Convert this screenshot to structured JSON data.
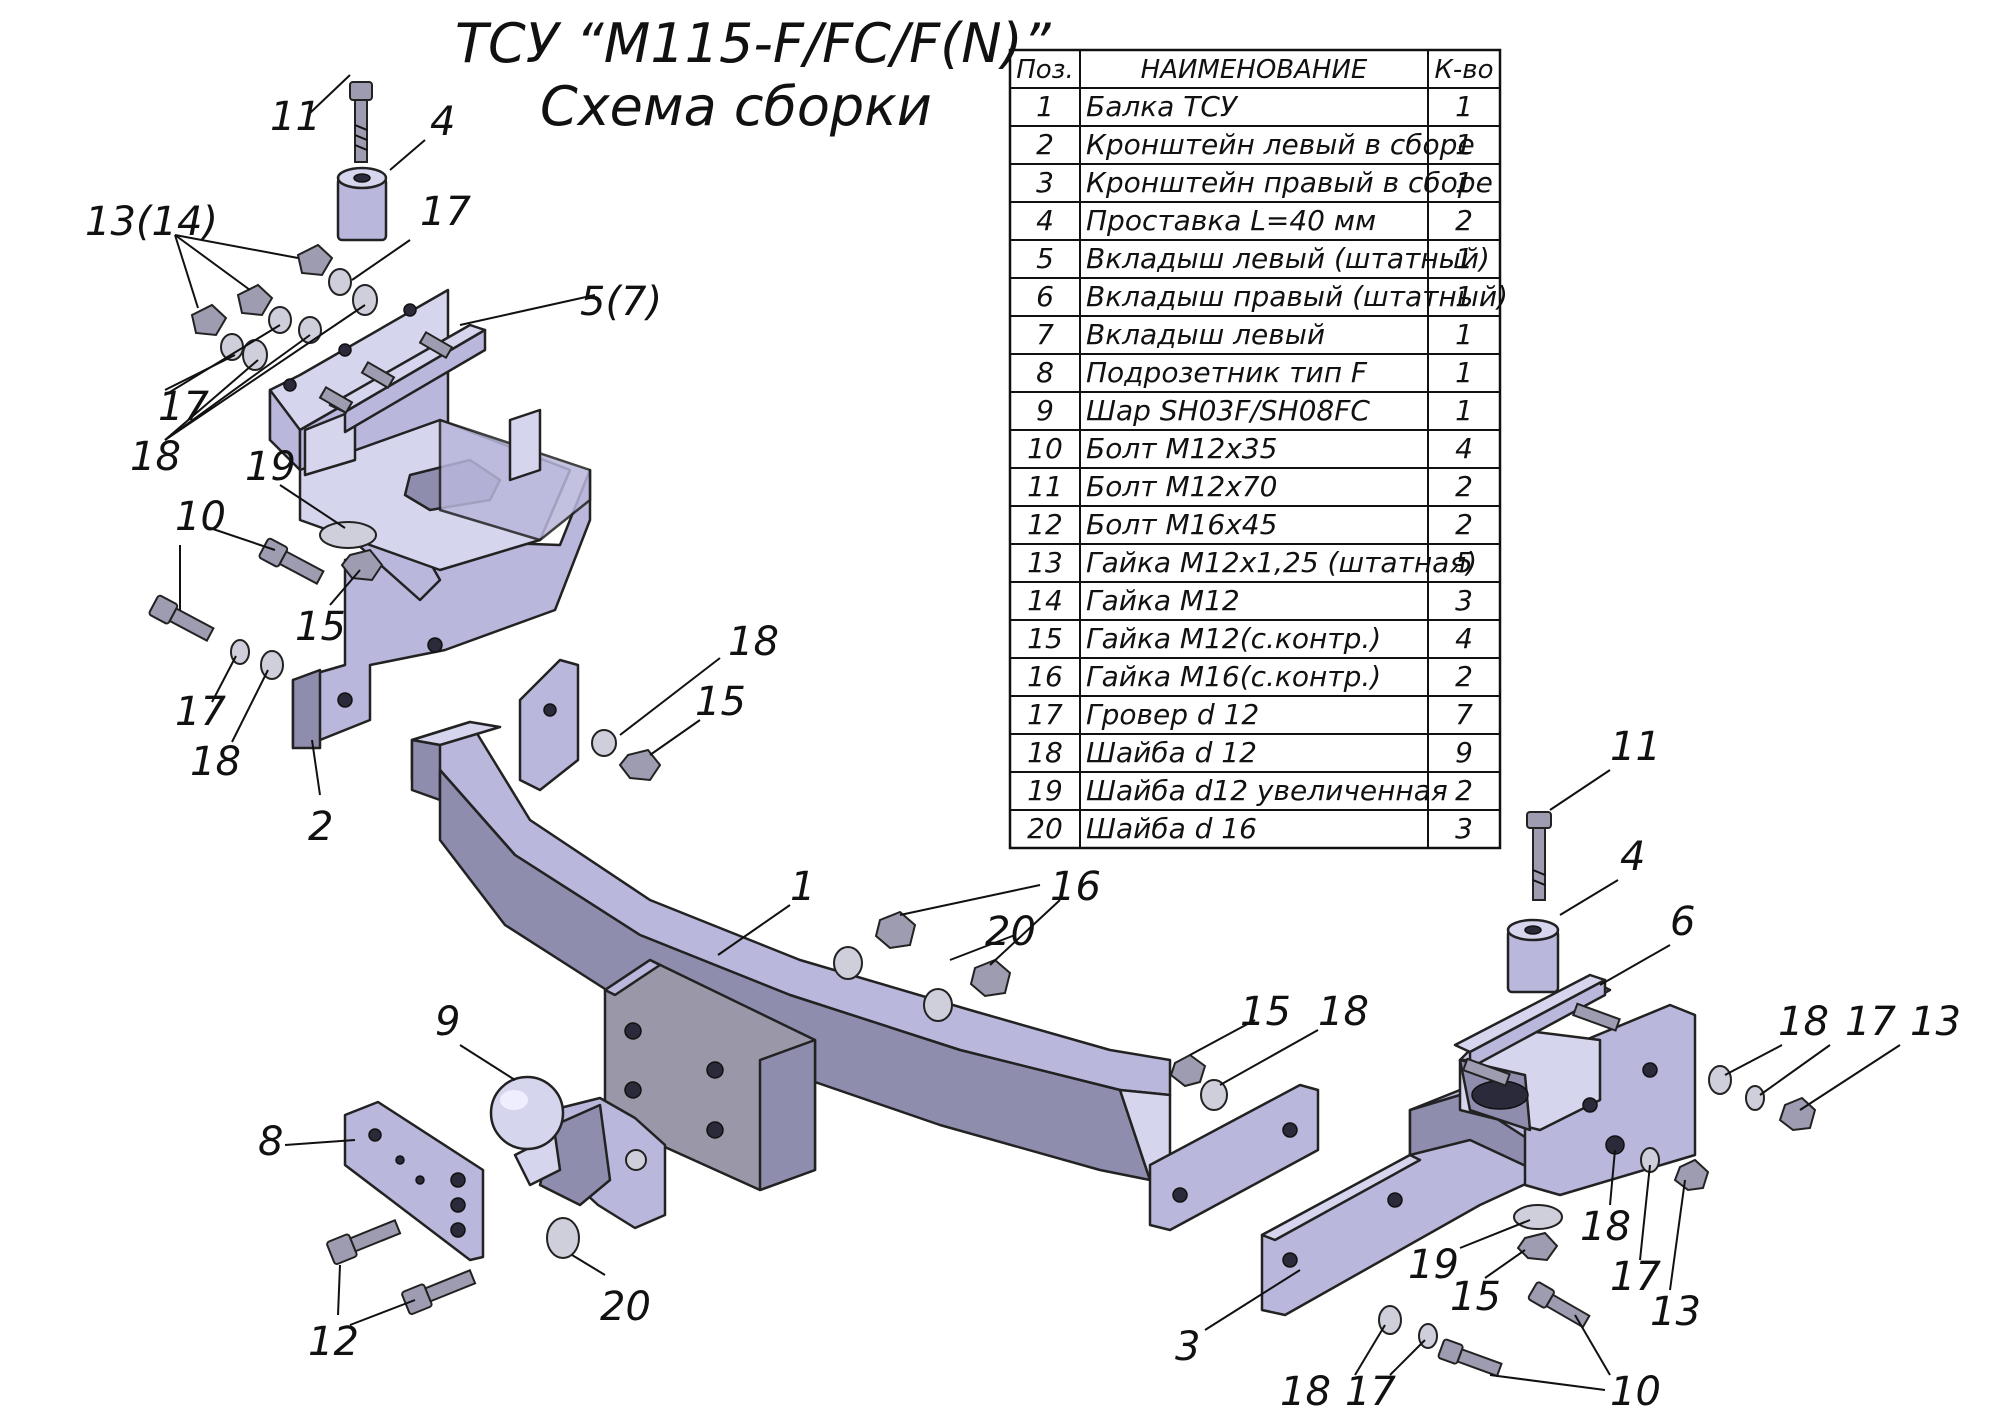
{
  "title": {
    "line1": "ТСУ “M115-F/FC/F(N)”",
    "line2": "Схема сборки"
  },
  "table": {
    "headers": [
      "Поз.",
      "НАИМЕНОВАНИЕ",
      "К-во"
    ],
    "rows": [
      {
        "pos": "1",
        "name": "Балка ТСУ",
        "qty": "1"
      },
      {
        "pos": "2",
        "name": "Кронштейн левый в сборе",
        "qty": "1"
      },
      {
        "pos": "3",
        "name": "Кронштейн правый в сборе",
        "qty": "1"
      },
      {
        "pos": "4",
        "name": "Проставка L=40 мм",
        "qty": "2"
      },
      {
        "pos": "5",
        "name": "Вкладыш левый (штатный)",
        "qty": "1"
      },
      {
        "pos": "6",
        "name": "Вкладыш правый (штатный)",
        "qty": "1"
      },
      {
        "pos": "7",
        "name": "Вкладыш левый",
        "qty": "1"
      },
      {
        "pos": "8",
        "name": "Подрозетник тип F",
        "qty": "1"
      },
      {
        "pos": "9",
        "name": "Шар SH03F/SH08FC",
        "qty": "1"
      },
      {
        "pos": "10",
        "name": "Болт М12х35",
        "qty": "4"
      },
      {
        "pos": "11",
        "name": "Болт М12х70",
        "qty": "2"
      },
      {
        "pos": "12",
        "name": "Болт М16х45",
        "qty": "2"
      },
      {
        "pos": "13",
        "name": "Гайка М12х1,25 (штатная)",
        "qty": "5"
      },
      {
        "pos": "14",
        "name": "Гайка М12",
        "qty": "3"
      },
      {
        "pos": "15",
        "name": "Гайка М12(с.контр.)",
        "qty": "4"
      },
      {
        "pos": "16",
        "name": "Гайка  М16(с.контр.)",
        "qty": "2"
      },
      {
        "pos": "17",
        "name": "Гровер d 12",
        "qty": "7"
      },
      {
        "pos": "18",
        "name": "Шайба d 12",
        "qty": "9"
      },
      {
        "pos": "19",
        "name": "Шайба d12 увеличенная",
        "qty": "2"
      },
      {
        "pos": "20",
        "name": "Шайба d 16",
        "qty": "3"
      }
    ]
  },
  "callouts": {
    "c11a": "11",
    "c4a": "4",
    "c13_14": "13(14)",
    "c17a": "17",
    "c5_7": "5(7)",
    "c17b": "17",
    "c18a": "18",
    "c19a": "19",
    "c10a": "10",
    "c15a": "15",
    "c17c": "17",
    "c18b": "18",
    "c2": "2",
    "c18c": "18",
    "c15b": "15",
    "c1": "1",
    "c16": "16",
    "c20a": "20",
    "c9": "9",
    "c8": "8",
    "c12": "12",
    "c20b": "20",
    "c15c": "15",
    "c18d": "18",
    "c11b": "11",
    "c4b": "4",
    "c6": "6",
    "c18e": "18",
    "c17d": "17",
    "c13": "13",
    "c18f": "18",
    "c19b": "19",
    "c15d": "15",
    "c17e": "17",
    "c13b": "13",
    "c3": "3",
    "c18g": "18",
    "c17f": "17",
    "c10b": "10"
  }
}
